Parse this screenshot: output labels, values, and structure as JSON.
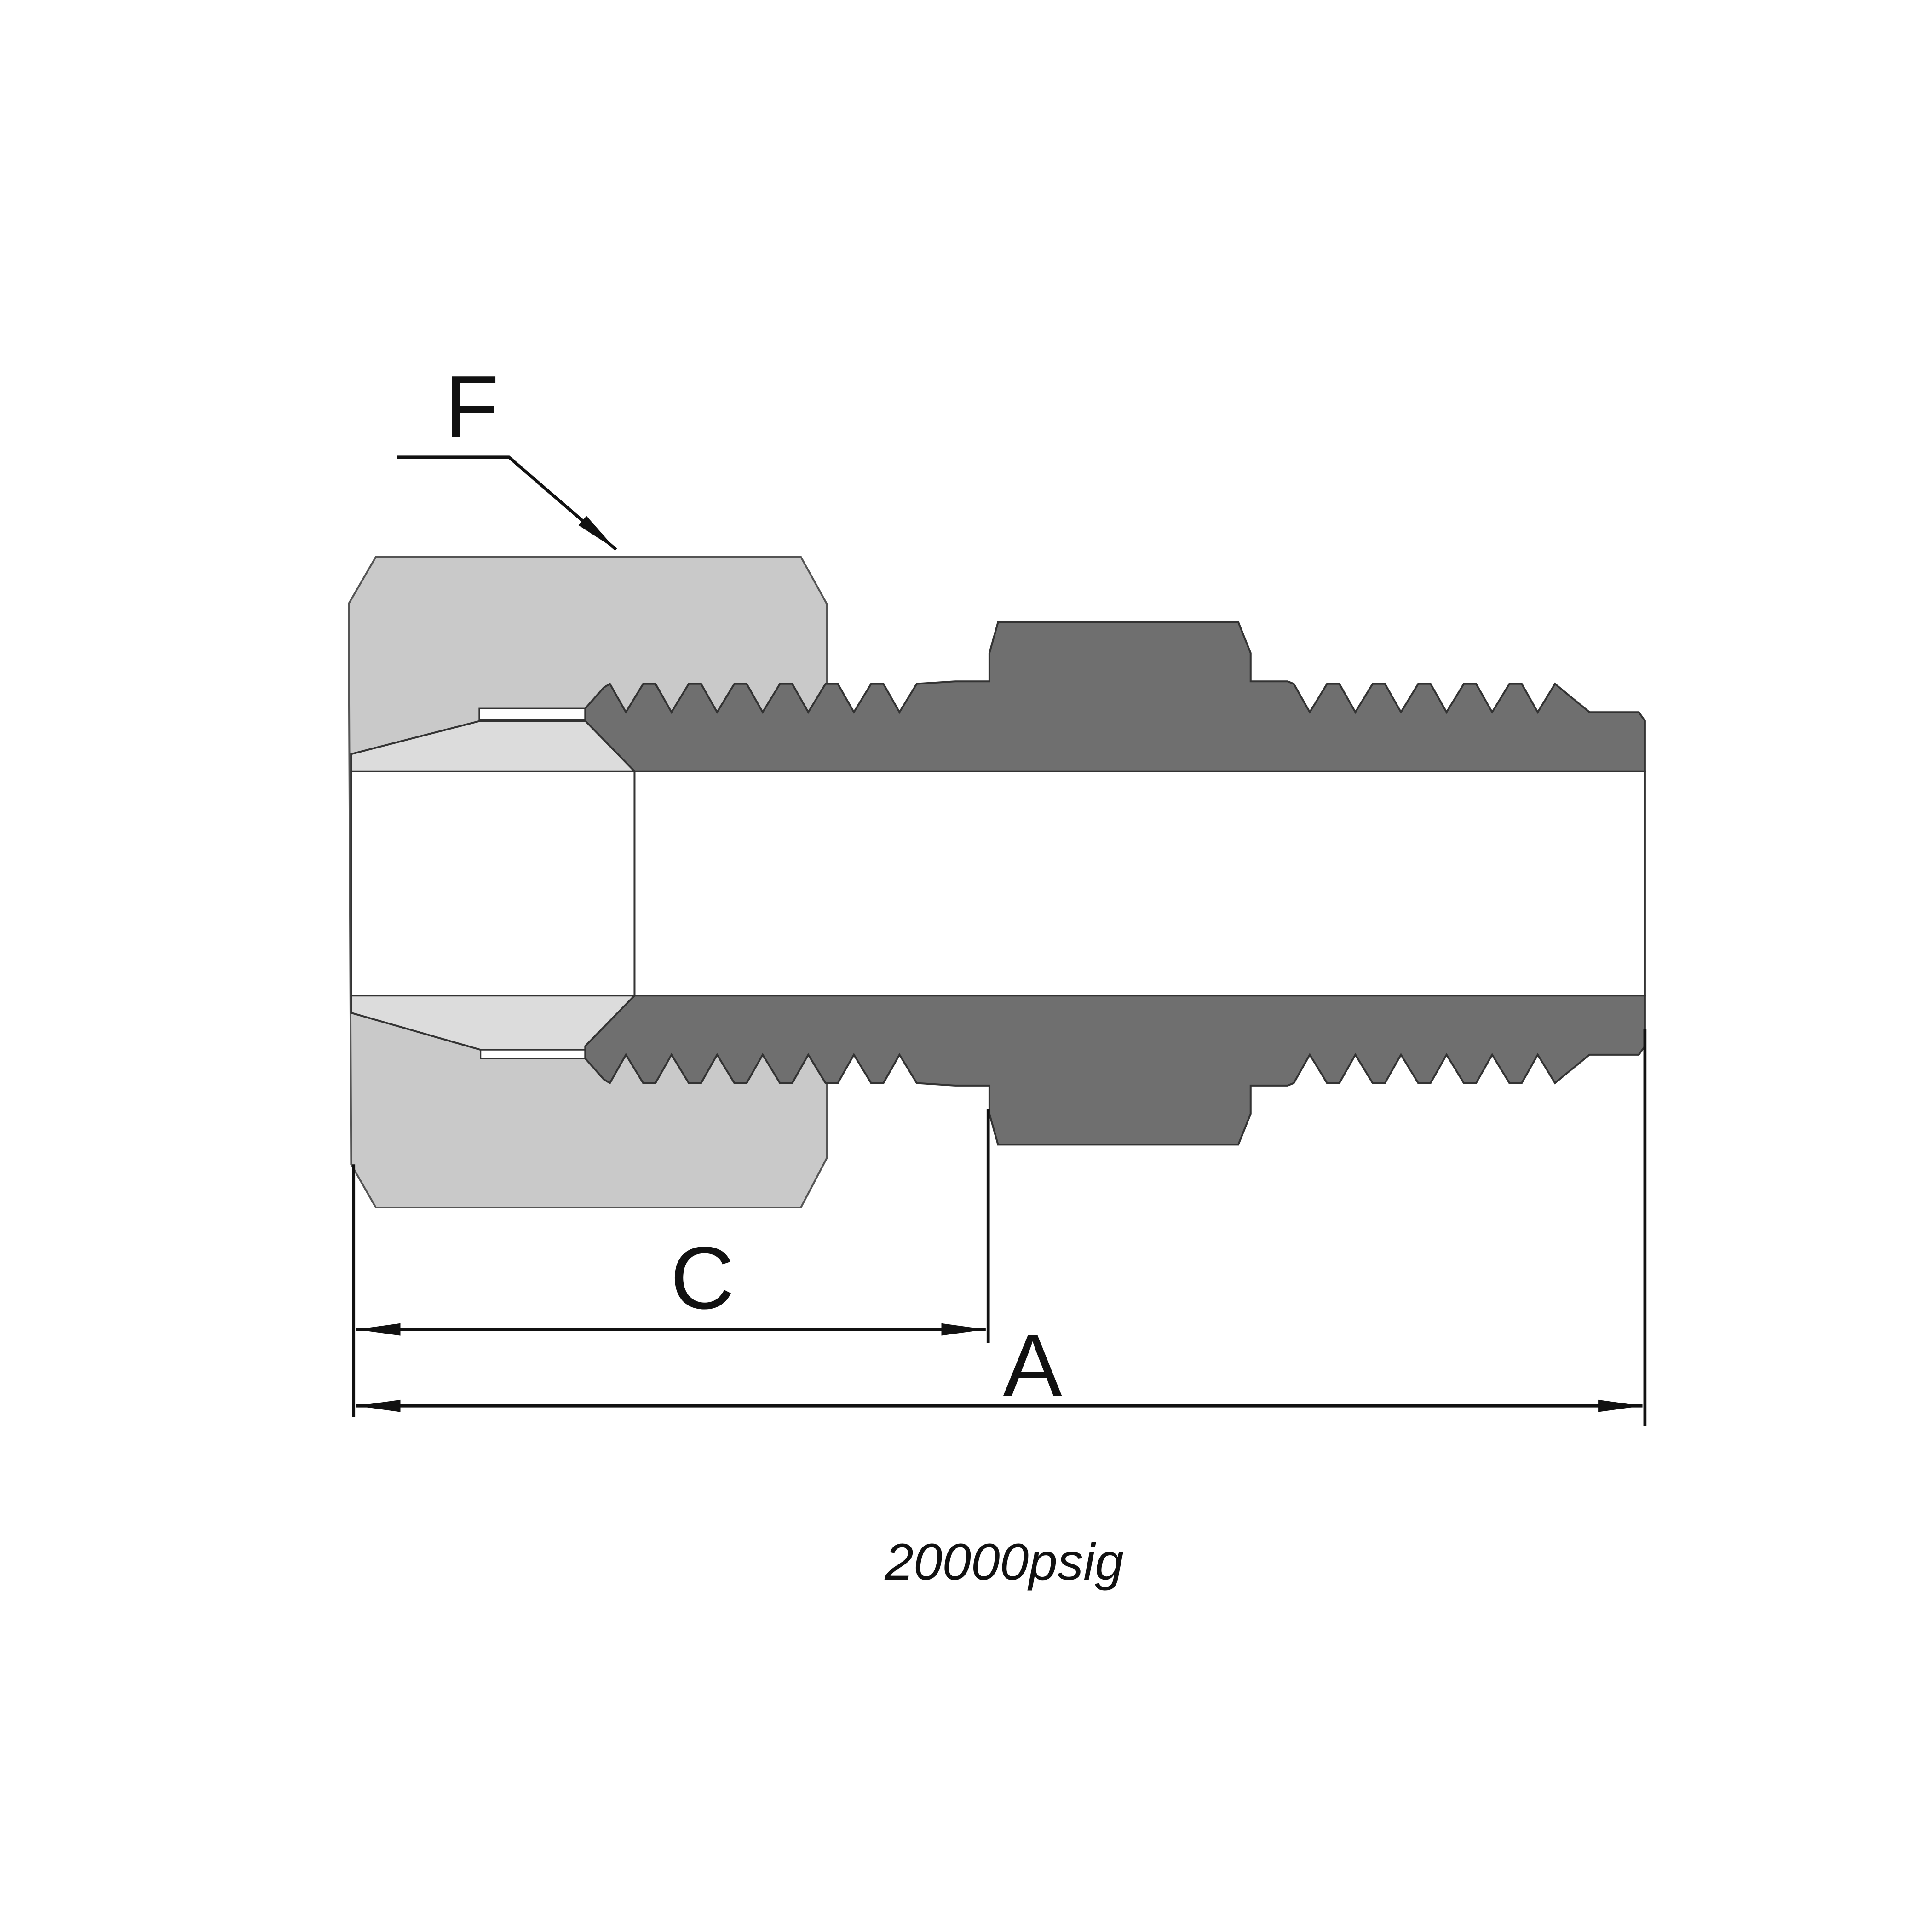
{
  "drawing": {
    "labels": {
      "F": "F",
      "C": "C",
      "A": "A"
    },
    "caption": "20000psig",
    "colors": {
      "nut": "#c9c9c9",
      "body": "#6f6f6f",
      "cone": "#dcdcdc",
      "line": "#222222"
    }
  }
}
